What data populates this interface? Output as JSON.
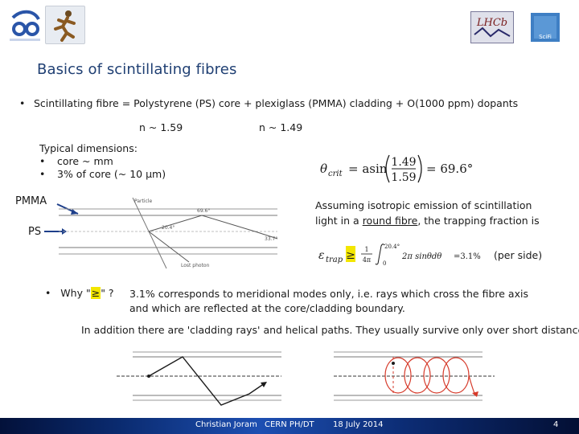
{
  "slide": {
    "title": "Basics of scintillating fibres",
    "bullet1": "Scintillating fibre = Polystyrene (PS) core + plexiglass (PMMA) cladding + O(1000 ppm) dopants",
    "n_core": "n ~ 1.59",
    "n_clad": "n ~ 1.49",
    "typical_header": "Typical dimensions:",
    "typical_items": [
      "core ~ mm",
      "3% of core (~ 10 μm)"
    ],
    "pmma_label": "PMMA",
    "ps_label": "PS",
    "diagram_labels": {
      "particle": "Particle",
      "angle1": "69.6°",
      "angle2": "20.4°",
      "angle3": "33.7°",
      "lost_photon": "Lost photon"
    },
    "theta_crit": {
      "lhs": "θ",
      "sub": "crit",
      "asin": "= asin",
      "num": "1.49",
      "den": "1.59",
      "result": "= 69.6°"
    },
    "isotropic_text_1": "Assuming isotropic emission of scintillation",
    "isotropic_text_2a": "light in a ",
    "isotropic_text_2b": "round fibre",
    "isotropic_text_2c": ", the trapping fraction is",
    "trap_formula": {
      "eps": "ε",
      "sub": "trap",
      "ge": "≥",
      "frac_num": "1",
      "frac_den": "4π",
      "upper": "20.4°",
      "lower": "0",
      "integrand": "2π sinθdθ",
      "result": "=3.1%"
    },
    "per_side": "(per side)",
    "why_prefix": "Why \"",
    "why_symbol": "≥",
    "why_suffix": "\" ?",
    "meridional_1": "3.1% corresponds to meridional modes only, i.e. rays which cross the fibre axis",
    "meridional_2": "and which are reflected at the core/cladding boundary.",
    "cladding_rays": "In addition there are 'cladding rays' and helical paths. They usually survive only over short distances.",
    "footer_author": "Christian Joram",
    "footer_org": "CERN PH/DT",
    "footer_date": "18 July 2014",
    "footer_page": "4",
    "logo_lhcb": "LHCb",
    "logo_scifi": "SciFi"
  },
  "colors": {
    "title": "#1f3f73",
    "highlight": "#f3e600",
    "helix": "#d63a2a",
    "ray": "#1a1a1a"
  }
}
